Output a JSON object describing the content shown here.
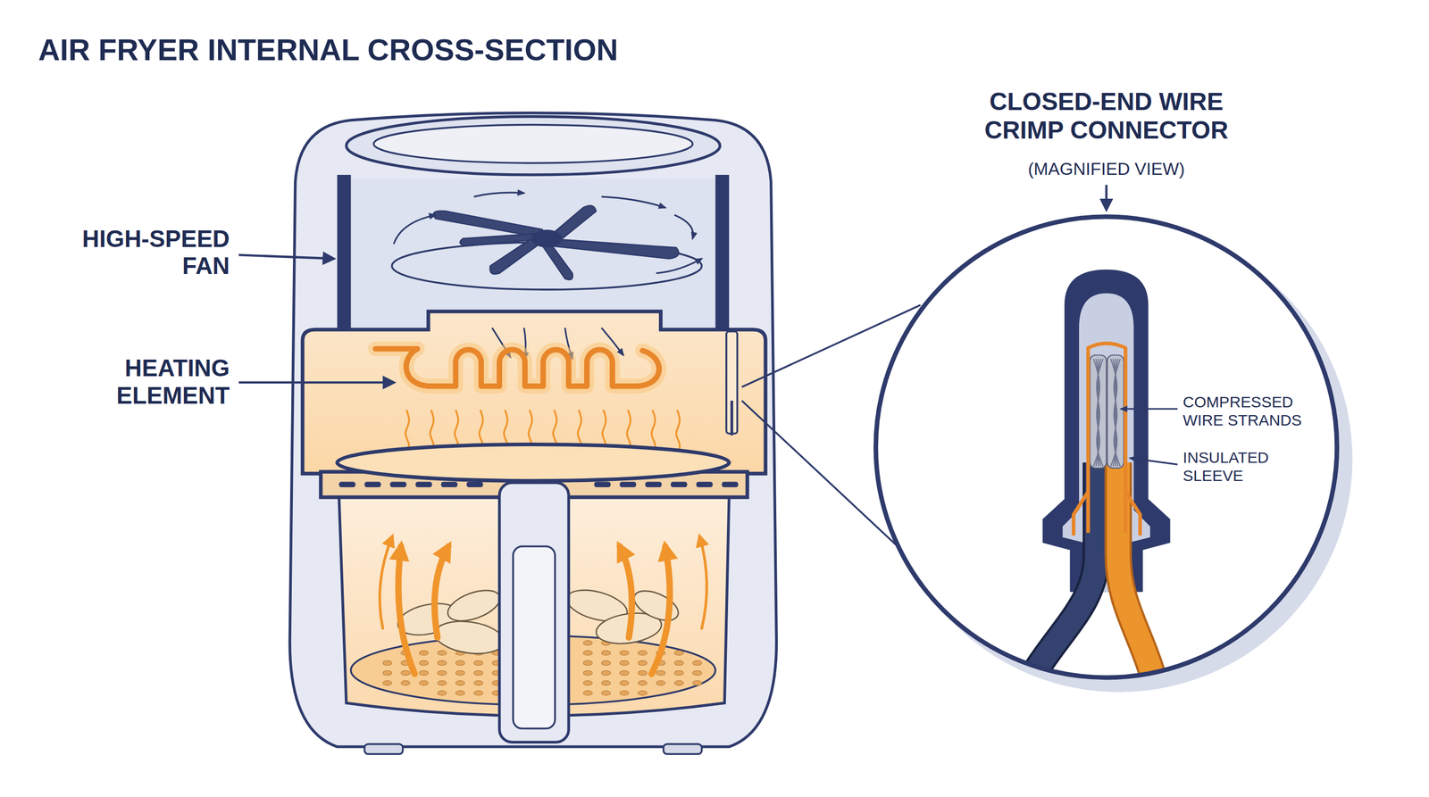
{
  "diagram": {
    "title": "AIR FRYER INTERNAL CROSS-SECTION",
    "nodes": [
      {
        "text": [
          "CLOSED-END WIRE CRIMP CONNECTOR",
          "(MAGNIFIED VIEW)",
          "COMPRESSED WIRE STRANDS",
          "INSULATED SLEEVE"
        ]
      }
    ],
    "labels": [
      "HIGH-SPEED FAN",
      "HEATING ELEMENT"
    ]
  }
}
